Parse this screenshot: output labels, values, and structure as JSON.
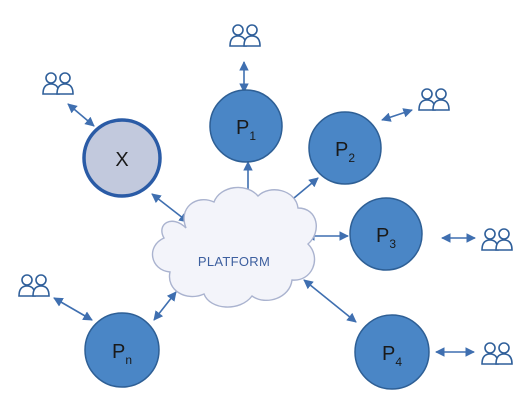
{
  "colors": {
    "node_fill": "#4a86c6",
    "node_stroke": "#2e5f95",
    "x_fill": "#c2c9dd",
    "x_stroke": "#2a5ba6",
    "cloud_fill": "#f3f4fa",
    "cloud_stroke": "#aab3cf",
    "arrow": "#3f6fb0",
    "users_icon": "#2f5f9a"
  },
  "platform": {
    "label": "PLATFORM"
  },
  "nodes": [
    {
      "id": "x",
      "main": "X",
      "sub": ""
    },
    {
      "id": "p1",
      "main": "P",
      "sub": "1"
    },
    {
      "id": "p2",
      "main": "P",
      "sub": "2"
    },
    {
      "id": "p3",
      "main": "P",
      "sub": "3"
    },
    {
      "id": "pn",
      "main": "P",
      "sub": "n"
    },
    {
      "id": "p4",
      "main": "P",
      "sub": "4"
    }
  ],
  "icons": {
    "users": "users-icon"
  }
}
